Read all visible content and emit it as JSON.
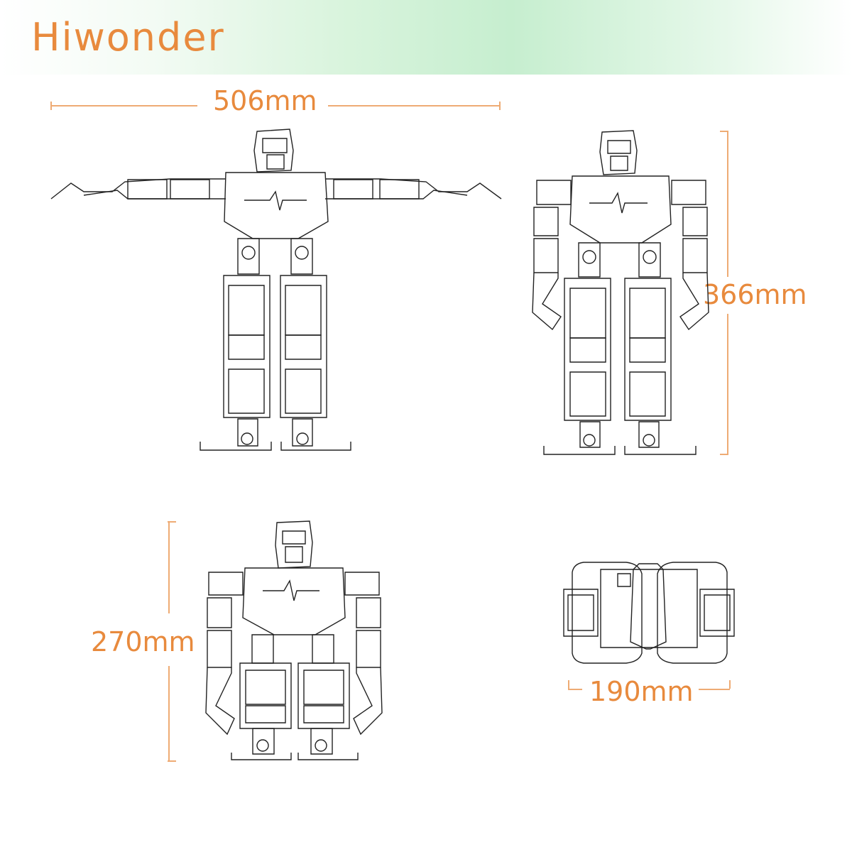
{
  "brand": {
    "logo_text": "Hiwonder",
    "accent_color": "#e88a3d",
    "bar_color": "#c6eecf"
  },
  "dimensions": {
    "width_arms_out": "506mm",
    "height": "366mm",
    "height_crouched": "270mm",
    "depth": "190mm"
  },
  "views": [
    {
      "name": "front-view-arms-extended"
    },
    {
      "name": "front-view-standing"
    },
    {
      "name": "front-view-crouched"
    },
    {
      "name": "top-view"
    }
  ]
}
